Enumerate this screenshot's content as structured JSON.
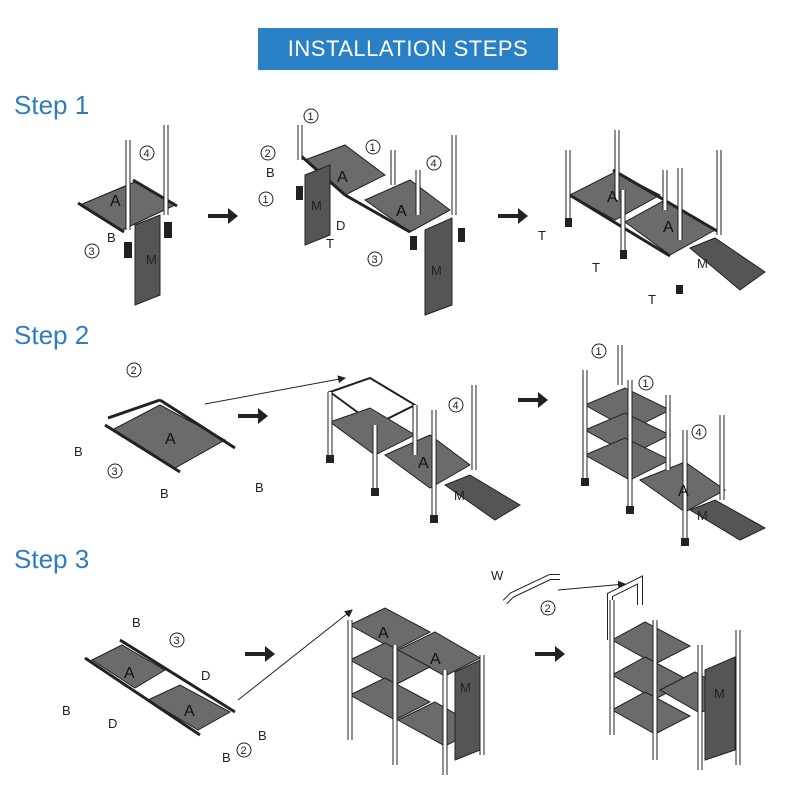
{
  "header": {
    "title": "INSTALLATION STEPS"
  },
  "colors": {
    "banner": "#2a80c6",
    "step_title": "#2f7dbf",
    "panel": "#6b6b6b",
    "arrow": "#222222"
  },
  "steps": [
    {
      "title": "Step 1"
    },
    {
      "title": "Step 2"
    },
    {
      "title": "Step 3"
    }
  ],
  "parts": {
    "shelf": "A",
    "connector": "B",
    "connector_d": "D",
    "foot": "T",
    "side_cover": "M",
    "top_connector": "W",
    "pipe1": "1",
    "pipe2": "2",
    "pipe3": "3",
    "pipe4": "4"
  }
}
